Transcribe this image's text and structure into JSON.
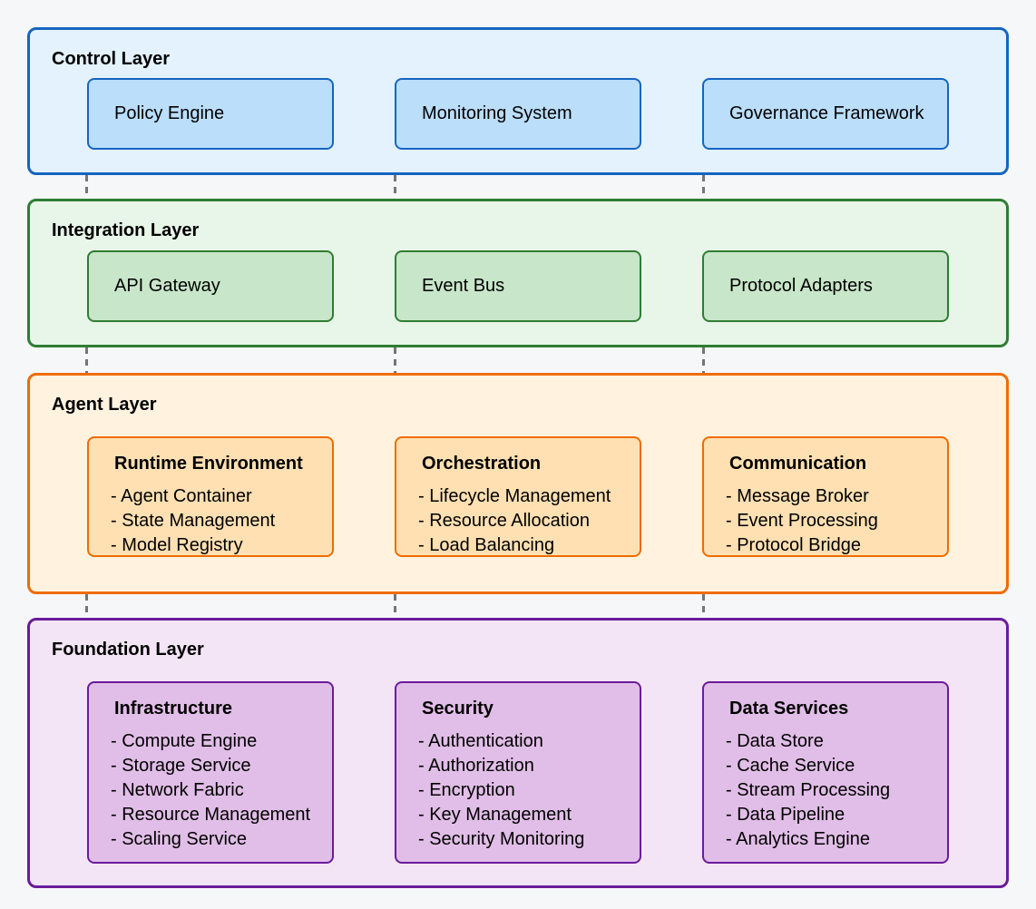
{
  "canvas": {
    "background": "#f6f7f9",
    "connector_color": "#757575"
  },
  "layers": [
    {
      "name": "control",
      "title": "Control Layer",
      "colors": {
        "border": "#1565c0",
        "fill": "#e3f2fd",
        "box_fill": "#bbdefb"
      },
      "boxes": [
        {
          "title": "Policy Engine",
          "items": []
        },
        {
          "title": "Monitoring System",
          "items": []
        },
        {
          "title": "Governance Framework",
          "items": []
        }
      ]
    },
    {
      "name": "integration",
      "title": "Integration Layer",
      "colors": {
        "border": "#2e7d32",
        "fill": "#e8f5e9",
        "box_fill": "#c8e6c9"
      },
      "boxes": [
        {
          "title": "API Gateway",
          "items": []
        },
        {
          "title": "Event Bus",
          "items": []
        },
        {
          "title": "Protocol Adapters",
          "items": []
        }
      ]
    },
    {
      "name": "agent",
      "title": "Agent Layer",
      "colors": {
        "border": "#ef6c00",
        "fill": "#fff3e0",
        "box_fill": "#ffe0b2"
      },
      "boxes": [
        {
          "title": "Runtime Environment",
          "items": [
            "- Agent Container",
            "- State Management",
            "- Model Registry"
          ]
        },
        {
          "title": "Orchestration",
          "items": [
            "- Lifecycle Management",
            "- Resource Allocation",
            "- Load Balancing"
          ]
        },
        {
          "title": "Communication",
          "items": [
            "- Message Broker",
            "- Event Processing",
            "- Protocol Bridge"
          ]
        }
      ]
    },
    {
      "name": "foundation",
      "title": "Foundation Layer",
      "colors": {
        "border": "#6a1b9a",
        "fill": "#f3e5f5",
        "box_fill": "#e1bee7"
      },
      "boxes": [
        {
          "title": "Infrastructure",
          "items": [
            "- Compute Engine",
            "- Storage Service",
            "- Network Fabric",
            "- Resource Management",
            "- Scaling Service"
          ]
        },
        {
          "title": "Security",
          "items": [
            "- Authentication",
            "- Authorization",
            "- Encryption",
            "- Key Management",
            "- Security Monitoring"
          ]
        },
        {
          "title": "Data Services",
          "items": [
            "- Data Store",
            "- Cache Service",
            "- Stream Processing",
            "- Data Pipeline",
            "- Analytics Engine"
          ]
        }
      ]
    }
  ]
}
